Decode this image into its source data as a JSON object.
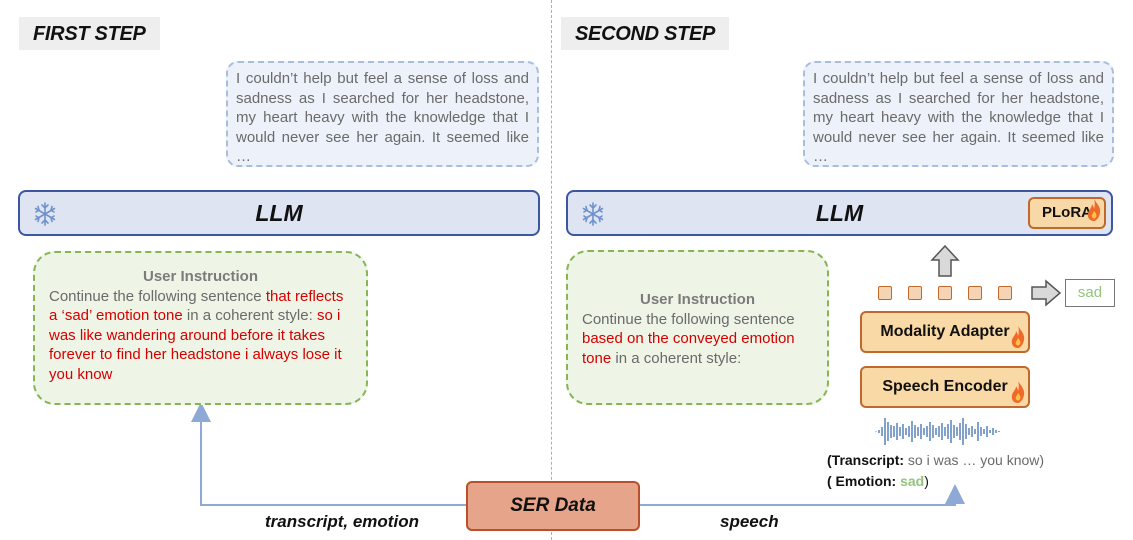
{
  "first_step": {
    "title": "FIRST STEP",
    "generated_text": "I couldn’t help but feel a sense of loss and sadness as I searched for her headstone, my heart heavy with the knowledge that I would never see her again. It seemed like …",
    "llm_label": "LLM",
    "instruction": {
      "title": "User Instruction",
      "part1": "Continue the following sentence ",
      "part2_highlight": "that reflects a ‘sad’ emotion tone",
      "part3": " in a coherent style: ",
      "part4_highlight": "so i was like wandering around before it takes forever to find her headstone i always lose it you know"
    }
  },
  "second_step": {
    "title": "SECOND STEP",
    "generated_text": "I couldn’t help but feel a sense of loss and sadness as I searched for her headstone, my heart heavy with the knowledge that I would never see her again. It seemed like …",
    "llm_label": "LLM",
    "plora_label": "PLoRA",
    "instruction": {
      "title": "User Instruction",
      "part1": "Continue the following sentence ",
      "part2_highlight": "based on the conveyed emotion tone",
      "part3": " in a coherent style:"
    },
    "modality_adapter": "Modality Adapter",
    "speech_encoder": "Speech Encoder",
    "output_label": "sad",
    "transcript_key": "(Transcript:",
    "transcript_value": " so i was … you know)",
    "emotion_key": "( Emotion:",
    "emotion_value": " sad",
    "emotion_close": ")"
  },
  "ser_data": "SER Data",
  "edges": {
    "left": "transcript, emotion",
    "right": "speech"
  },
  "colors": {
    "llm_border": "#3c56a0",
    "instruction_border": "#86b553",
    "highlight_red": "#d60000",
    "ser_fill": "#e6a48a",
    "arrow": "#8fa9d6"
  }
}
